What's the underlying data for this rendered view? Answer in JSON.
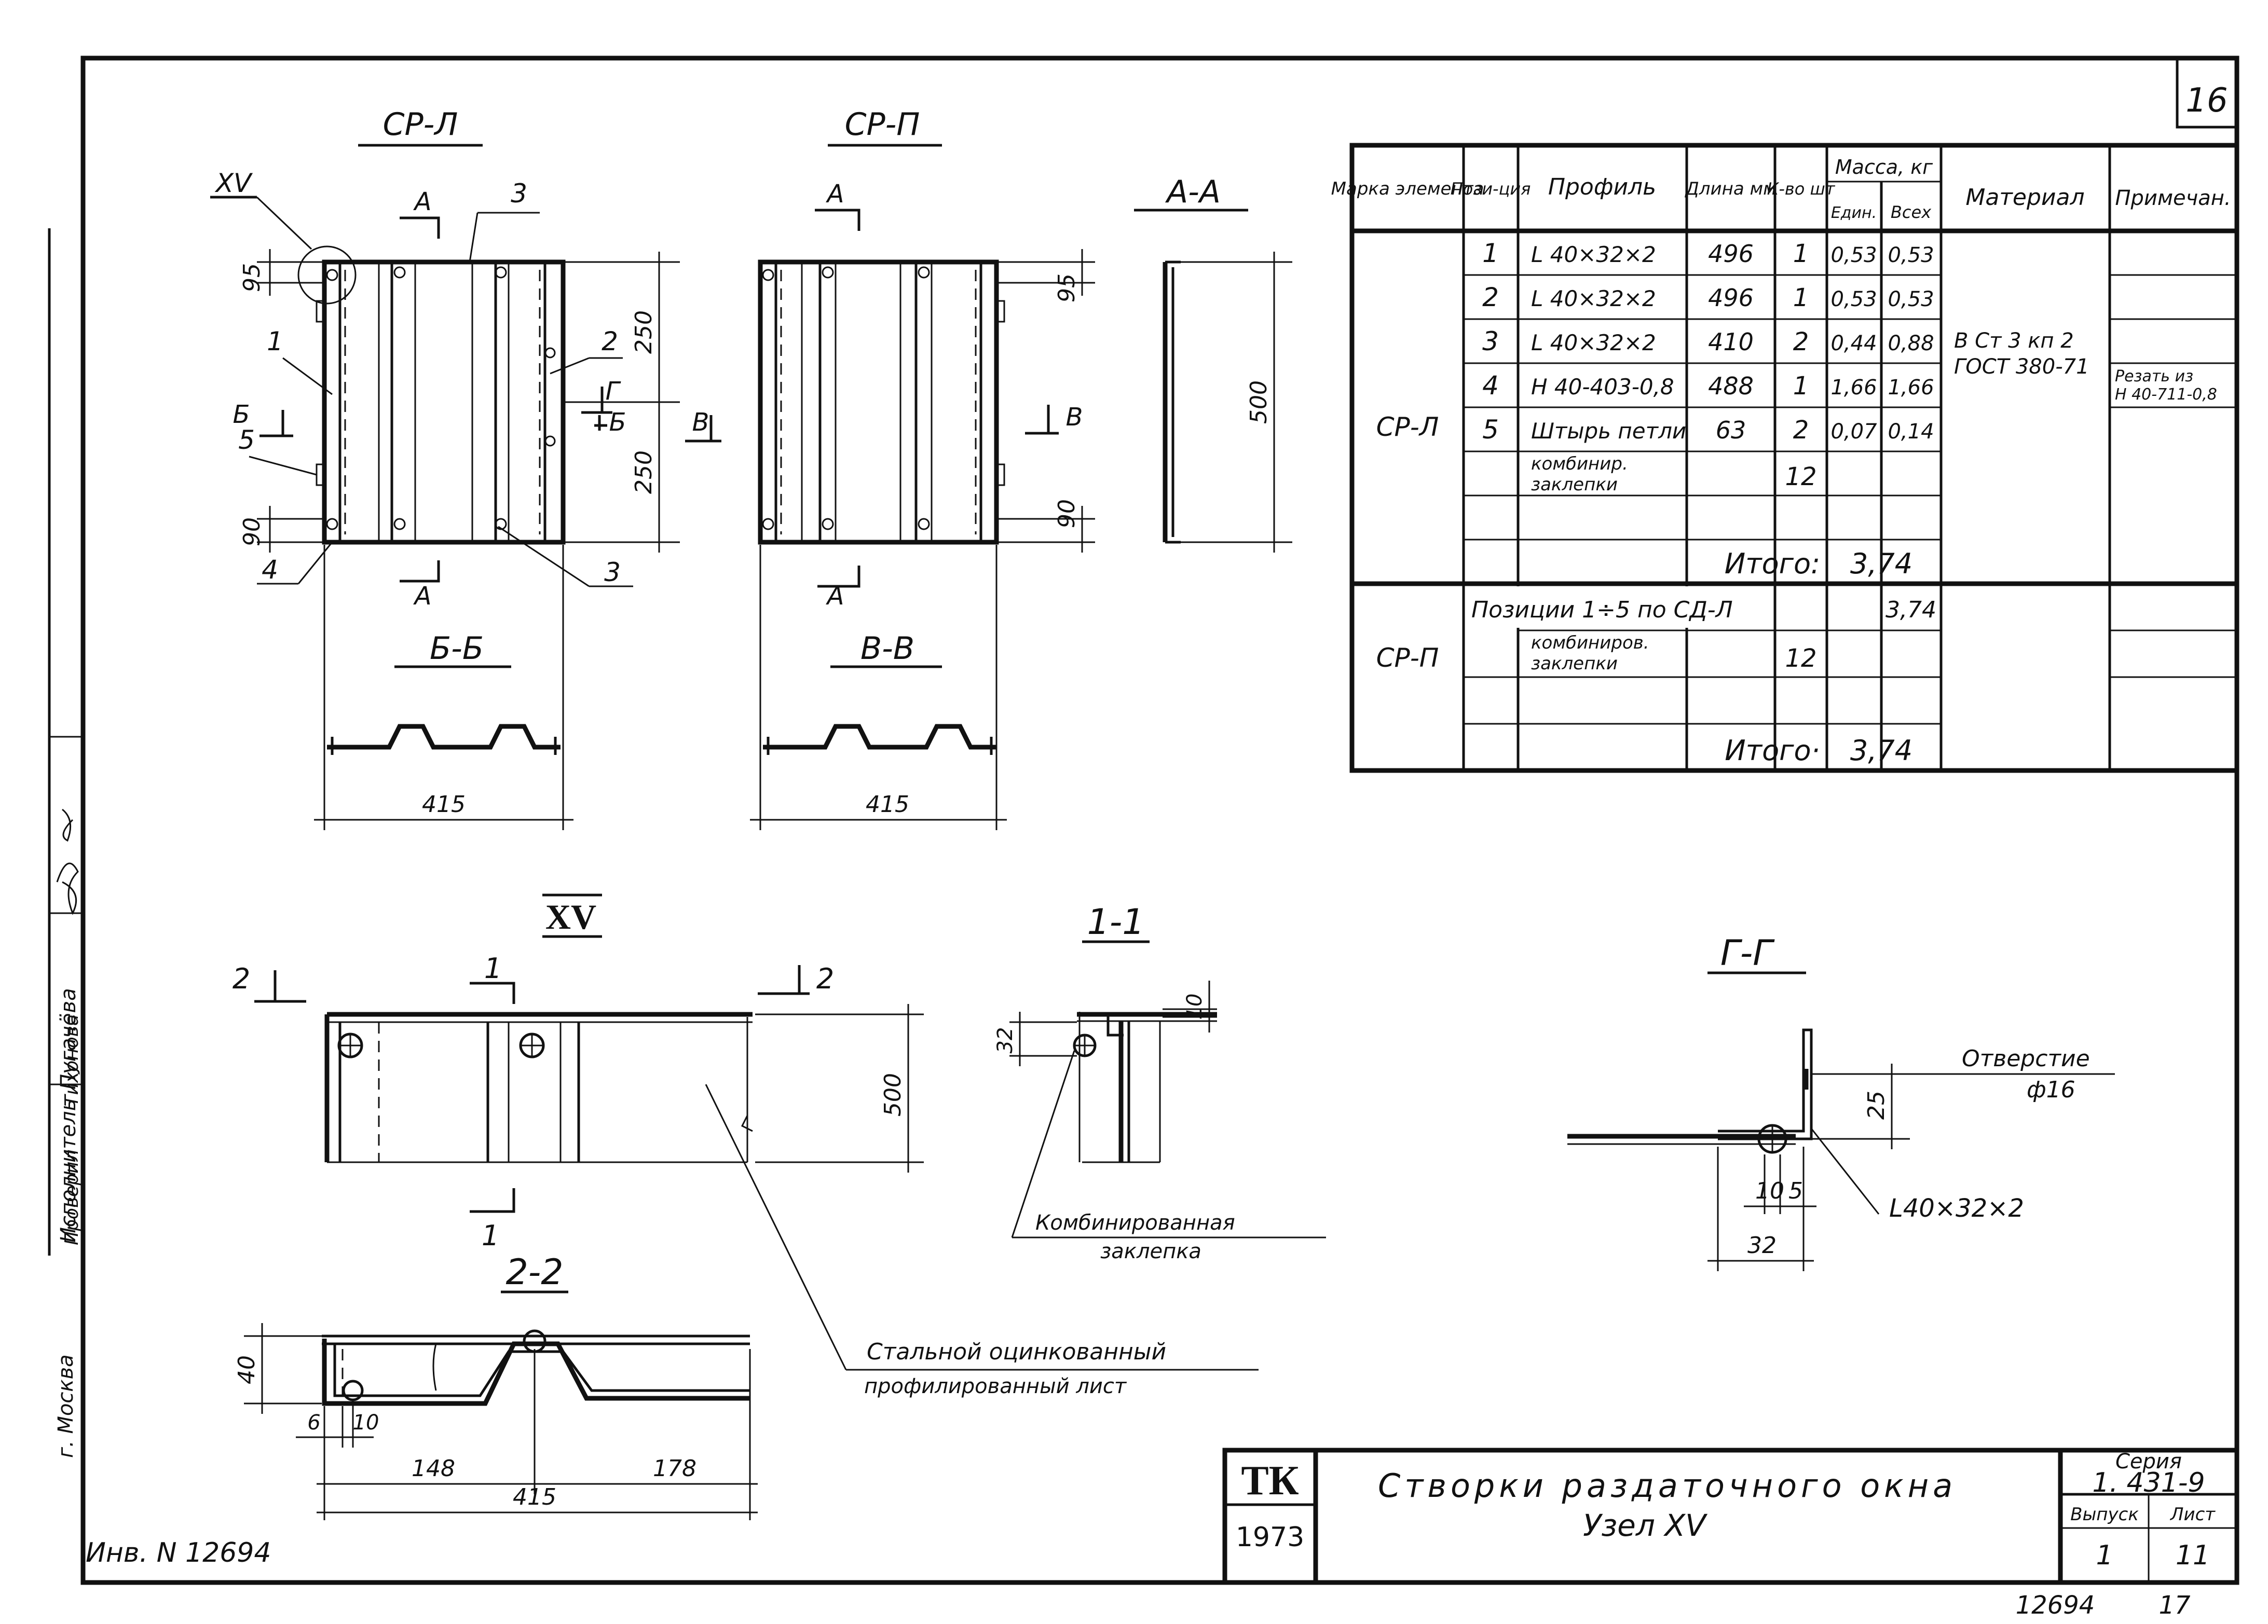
{
  "sheet_number": "16",
  "views": {
    "cp_l": "СР-Л",
    "cp_p": "СР-П",
    "a_a": "А-А",
    "b_b": "Б-Б",
    "v_v": "В-В",
    "xv": "XV",
    "s1_1": "1-1",
    "s2_2": "2-2",
    "g_g": "Г-Г"
  },
  "marks": {
    "A": "А",
    "B": "Б",
    "V": "В",
    "G": "Г",
    "one": "1",
    "two": "2",
    "xv": "XV",
    "p1": "1",
    "p2": "2",
    "p3": "3",
    "p3b": "3",
    "p4": "4",
    "p5": "5"
  },
  "dims": {
    "d95": "95",
    "d90": "90",
    "d250a": "250",
    "d250b": "250",
    "d500": "500",
    "d95r": "95",
    "d90r": "90",
    "d415a": "415",
    "d415b": "415",
    "d500xv": "500",
    "d32": "32",
    "d10": "10",
    "d25": "25",
    "d10g": "10",
    "d5": "5",
    "d32g": "32",
    "d40": "40",
    "d6": "6",
    "d10b": "10",
    "d148": "148",
    "d178": "178",
    "d415c": "415"
  },
  "annotations": {
    "combined_rivet_1": "Комбинированная",
    "combined_rivet_2": "заклепка",
    "steel_sheet_1": "Стальной оцинкованный",
    "steel_sheet_2": "профилированный лист",
    "hole_1": "Отверстие",
    "hole_2": "ф16",
    "angle": "L40×32×2"
  },
  "table": {
    "headers": {
      "mark": "Марка элемента",
      "pos": "Пози-ция",
      "profile": "Профиль",
      "length": "Длина мм",
      "qty": "К-во шт",
      "mass": "Масса, кг",
      "mass_unit": "Един.",
      "mass_total": "Всех",
      "material": "Материал",
      "note": "Примечан."
    },
    "group1": {
      "mark": "СР-Л",
      "material_1": "В Ст 3 кп 2",
      "material_2": "ГОСТ 380-71",
      "note_1": "Резать из",
      "note_2": "Н 40-711-0,8",
      "rows": [
        {
          "pos": "1",
          "profile": "L 40×32×2",
          "length": "496",
          "qty": "1",
          "unit": "0,53",
          "total": "0,53"
        },
        {
          "pos": "2",
          "profile": "L 40×32×2",
          "length": "496",
          "qty": "1",
          "unit": "0,53",
          "total": "0,53"
        },
        {
          "pos": "3",
          "profile": "L 40×32×2",
          "length": "410",
          "qty": "2",
          "unit": "0,44",
          "total": "0,88"
        },
        {
          "pos": "4",
          "profile": "Н 40-403-0,8",
          "length": "488",
          "qty": "1",
          "unit": "1,66",
          "total": "1,66"
        },
        {
          "pos": "5",
          "profile": "Штырь петли",
          "length": "63",
          "qty": "2",
          "unit": "0,07",
          "total": "0,14"
        }
      ],
      "rivets_1": "комбинир.",
      "rivets_2": "заклепки",
      "rivets_qty": "12",
      "total_label": "Итого:",
      "total_value": "3,74"
    },
    "group2": {
      "mark": "СР-П",
      "positions": "Позиции 1÷5 по СД-Л",
      "positions_total": "3,74",
      "rivets_1": "комбиниров.",
      "rivets_2": "заклепки",
      "rivets_qty": "12",
      "total_label": "Итого·",
      "total_value": "3,74"
    }
  },
  "side_stamp": {
    "executed_label": "Исполнитель",
    "executed_name": "Пугачёва",
    "checked_label": "Проверил",
    "checked_name": "Тихонова",
    "city": "г. Москва"
  },
  "inventory": "Инв. N 12694",
  "title_block": {
    "org": "ТК",
    "year": "1973",
    "title_1": "Створки раздаточного окна",
    "title_2": "Узел XV",
    "series_label": "Серия",
    "series_value": "1. 431-9",
    "issue_label": "Выпуск",
    "issue_value": "1",
    "sheet_label": "Лист",
    "sheet_value": "11"
  },
  "footer": {
    "code": "12694",
    "page": "17"
  }
}
